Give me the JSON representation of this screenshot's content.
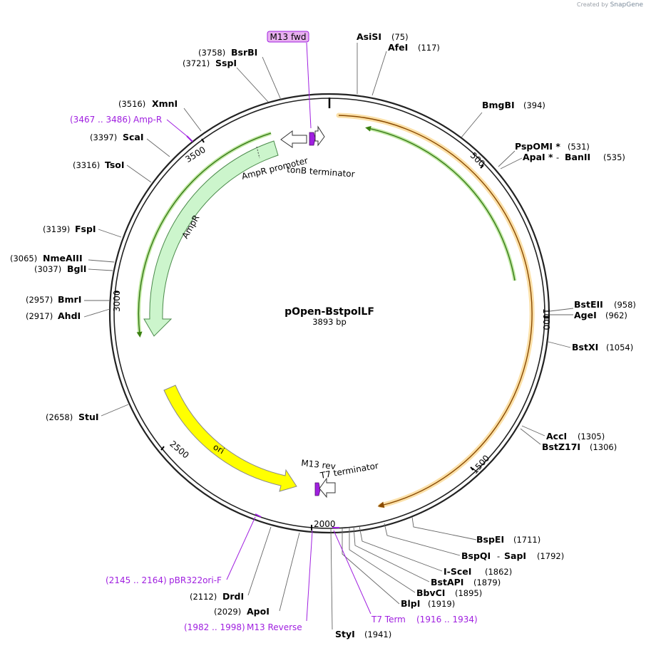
{
  "credit": {
    "prefix": "Created by",
    "brand": "SnapGene"
  },
  "plasmid": {
    "name": "pOpen-BstpolLF",
    "length": "3893 bp"
  },
  "ticks": [
    "500",
    "1000",
    "1500",
    "2000",
    "2500",
    "3000",
    "3500"
  ],
  "enzymes": {
    "asisi": {
      "name": "AsiSI",
      "pos": "(75)"
    },
    "afei": {
      "name": "AfeI",
      "pos": "(117)"
    },
    "bmgbi": {
      "name": "BmgBI",
      "pos": "(394)"
    },
    "pspomi": {
      "name": "PspOMI *",
      "pos": "(531)"
    },
    "apai": {
      "name": "ApaI *",
      "sep": "-",
      "name2": "BanII",
      "pos": "(535)"
    },
    "bsteii": {
      "name": "BstEII",
      "pos": "(958)"
    },
    "agei": {
      "name": "AgeI",
      "pos": "(962)"
    },
    "bstxi": {
      "name": "BstXI",
      "pos": "(1054)"
    },
    "acci": {
      "name": "AccI",
      "pos": "(1305)"
    },
    "bstz17i": {
      "name": "BstZ17I",
      "pos": "(1306)"
    },
    "bspei": {
      "name": "BspEI",
      "pos": "(1711)"
    },
    "bspqi": {
      "name": "BspQI",
      "sep": "-",
      "name2": "SapI",
      "pos": "(1792)"
    },
    "iscei": {
      "name": "I-SceI",
      "pos": "(1862)"
    },
    "bstapi": {
      "name": "BstAPI",
      "pos": "(1879)"
    },
    "bbvci": {
      "name": "BbvCI",
      "pos": "(1895)"
    },
    "blpi": {
      "name": "BlpI",
      "pos": "(1919)"
    },
    "styi": {
      "name": "StyI",
      "pos": "(1941)"
    },
    "apoi": {
      "name": "ApoI",
      "pos": "(2029)"
    },
    "drdi": {
      "name": "DrdI",
      "pos": "(2112)"
    },
    "stui": {
      "name": "StuI",
      "pos": "(2658)"
    },
    "ahdi": {
      "name": "AhdI",
      "pos": "(2917)"
    },
    "bmri": {
      "name": "BmrI",
      "pos": "(2957)"
    },
    "bgli": {
      "name": "BglI",
      "pos": "(3037)"
    },
    "nmeaiii": {
      "name": "NmeAIII",
      "pos": "(3065)"
    },
    "fspi": {
      "name": "FspI",
      "pos": "(3139)"
    },
    "tsoi": {
      "name": "TsoI",
      "pos": "(3316)"
    },
    "scai": {
      "name": "ScaI",
      "pos": "(3397)"
    },
    "xmni": {
      "name": "XmnI",
      "pos": "(3516)"
    },
    "sspi": {
      "name": "SspI",
      "pos": "(3721)"
    },
    "bsrbi": {
      "name": "BsrBI",
      "pos": "(3758)"
    }
  },
  "primers": {
    "m13fwd": {
      "name": "M13 fwd"
    },
    "ampr": {
      "range": "(3467 .. 3486)",
      "name": "Amp-R"
    },
    "pbr322": {
      "range": "(2145 .. 2164)",
      "name": "pBR322ori-F"
    },
    "m13rev": {
      "range": "(1982 .. 1998)",
      "name": "M13 Reverse"
    },
    "t7term": {
      "name": "T7 Term",
      "range": "(1916 .. 1934)"
    }
  },
  "features": {
    "ampr_promoter": "AmpR promoter",
    "tonb": "tonB terminator",
    "ampr": "AmpR",
    "ori": "ori",
    "m13rev": "M13 rev",
    "t7": "T7 terminator"
  },
  "colors": {
    "backbone": "#222222",
    "insert_orange": "#f0a040",
    "orf_green": "#4a9a20",
    "ampr_fill": "#ccf5cc",
    "ori_fill": "#ffff00",
    "primer": "#a020e0",
    "primer_box": "#e8b0f0"
  }
}
